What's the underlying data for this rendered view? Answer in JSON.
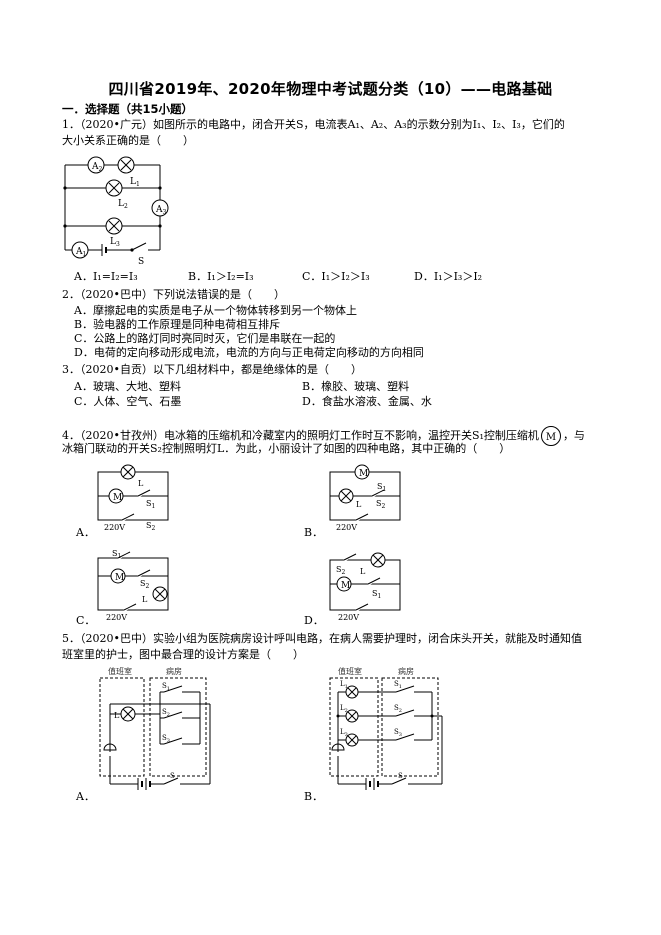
{
  "title": "四川省2019年、2020年物理中考试题分类（10）——电路基础",
  "section": "一．选择题（共15小题）",
  "q1": {
    "line1": "1．（2020•广元）如图所示的电路中，闭合开关S，电流表A₁、A₂、A₃的示数分别为I₁、I₂、I₃，它们的",
    "line2": "大小关系正确的是（　　）",
    "options": [
      "A．I₁=I₂=I₃",
      "B．I₁＞I₂=I₃",
      "C．I₁＞I₂＞I₃",
      "D．I₁＞I₃＞I₂"
    ],
    "labels": {
      "a1": "A",
      "a1sub": "1",
      "a2": "A",
      "a2sub": "2",
      "a3": "A",
      "a3sub": "3",
      "l1": "L",
      "l1sub": "1",
      "l2": "L",
      "l2sub": "2",
      "l3": "L",
      "l3sub": "3",
      "s": "S"
    }
  },
  "q2": {
    "stem": "2．（2020•巴中）下列说法错误的是（　　）",
    "options": [
      "A．摩擦起电的实质是电子从一个物体转移到另一个物体上",
      "B．验电器的工作原理是同种电荷相互排斥",
      "C．公路上的路灯同时亮同时灭，它们是串联在一起的",
      "D．电荷的定向移动形成电流，电流的方向与正电荷定向移动的方向相同"
    ]
  },
  "q3": {
    "stem": "3．（2020•自贡）以下几组材料中，都是绝缘体的是（　　）",
    "options": [
      "A．玻璃、大地、塑料",
      "B．橡胶、玻璃、塑料",
      "C．人体、空气、石墨",
      "D．食盐水溶液、金属、水"
    ]
  },
  "q4": {
    "line1a": "4．（2020•甘孜州）电冰箱的压缩机和冷藏室内的照明灯工作时互不影响，温控开关S₁控制压缩机",
    "line1b": "，与",
    "line2": "冰箱门联动的开关S₂控制照明灯L．为此，小丽设计了如图的四种电路，其中正确的（　　）",
    "options": [
      "A．",
      "B．",
      "C．",
      "D．"
    ],
    "labels": {
      "m": "M",
      "l": "L",
      "s1": "S",
      "s2": "S",
      "sub1": "1",
      "sub2": "2",
      "v": "220V"
    }
  },
  "q5": {
    "line1": "5．（2020•巴中）实验小组为医院病房设计呼叫电路，在病人需要护理时，闭合床头开关，就能及时通知值",
    "line2": "班室里的护士，图中最合理的设计方案是（　　）",
    "options": [
      "A．",
      "B．"
    ],
    "labels": {
      "duty": "值班室",
      "ward": "病房",
      "l": "L",
      "s": "S",
      "sub1": "1",
      "sub2": "2",
      "sub3": "3"
    }
  }
}
